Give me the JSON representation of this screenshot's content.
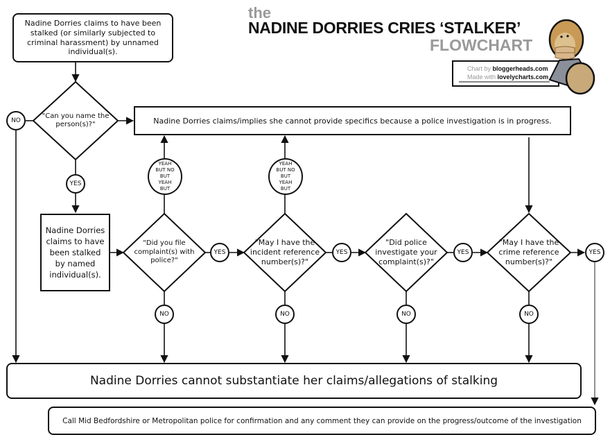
{
  "header": {
    "title_prefix": "the",
    "title_main": "NADINE DORRIES CRIES ‘STALKER’",
    "title_suffix": "FLOWCHART",
    "credit_line1_label": "Chart by",
    "credit_line1_site": "bloggerheads.com",
    "credit_line2_label": "Made with",
    "credit_line2_site": "lovelycharts.com",
    "mascot": "puppet-mascot-image"
  },
  "nodes": {
    "start": "Nadine Dorries claims to have been stalked (or similarly subjected to criminal harassment) by unnamed individual(s).",
    "q_name": "\"Can you name the person(s)?\"",
    "police_investigation": "Nadine Dorries claims/implies she cannot provide specifics because a police investigation is in progress.",
    "named": "Nadine Dorries claims to have been stalked by named individual(s).",
    "q_complaint": "\"Did you file complaint(s) with police?\"",
    "q_incident": "\"May I have the incident reference number(s)?\"",
    "q_investigate": "\"Did police investigate your complaint(s)?\"",
    "q_crime": "\"May I have the crime reference number(s)?\"",
    "cannot_substantiate": "Nadine Dorries cannot substantiate her claims/allegations of stalking",
    "call_police": "Call Mid Bedfordshire or Metropolitan police for confirmation and any comment they can provide on the progress/outcome of the investigation"
  },
  "labels": {
    "yes": "YES",
    "no": "NO",
    "yeah_but_1": "YEAH BUT NO BUT YEAH BUT",
    "yeah_but_2": "YEAH BUT NO BUT YEAH BUT"
  }
}
